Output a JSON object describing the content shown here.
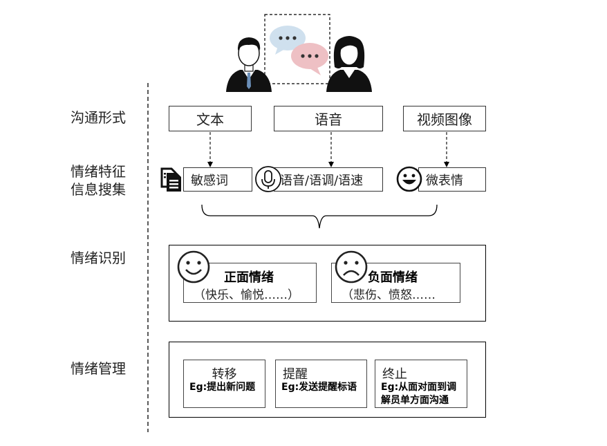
{
  "rows": {
    "communication": "沟通形式",
    "feature_line1": "情绪特征",
    "feature_line2": "信息搜集",
    "recognition": "情绪识别",
    "management": "情绪管理"
  },
  "communication_forms": [
    "文本",
    "语音",
    "视频图像"
  ],
  "features": [
    "敏感词",
    "语音/语调/语速",
    "微表情"
  ],
  "recognition": {
    "positive": {
      "title": "正面情绪",
      "examples": "（快乐、愉悦……）"
    },
    "negative": {
      "title": "负面情绪",
      "examples": "（悲伤、愤怒……"
    }
  },
  "management": [
    {
      "title": "转移",
      "example": "Eg:提出新问题"
    },
    {
      "title": "提醒",
      "example": "Eg:发送提醒标语"
    },
    {
      "title": "终止",
      "example": "Eg:从面对面到调解员单方面沟通"
    }
  ],
  "icons": {
    "header": [
      "businessman-icon",
      "chat-bubble-icon",
      "chat-bubble-icon",
      "businesswoman-icon"
    ],
    "features": [
      "document-icon",
      "microphone-icon",
      "smiley-icon"
    ],
    "emotions": [
      "happy-face-icon",
      "sad-face-icon"
    ]
  },
  "colors": {
    "bubble_blue": "#cfe0ee",
    "bubble_pink": "#eec0c4",
    "line": "#000000"
  }
}
